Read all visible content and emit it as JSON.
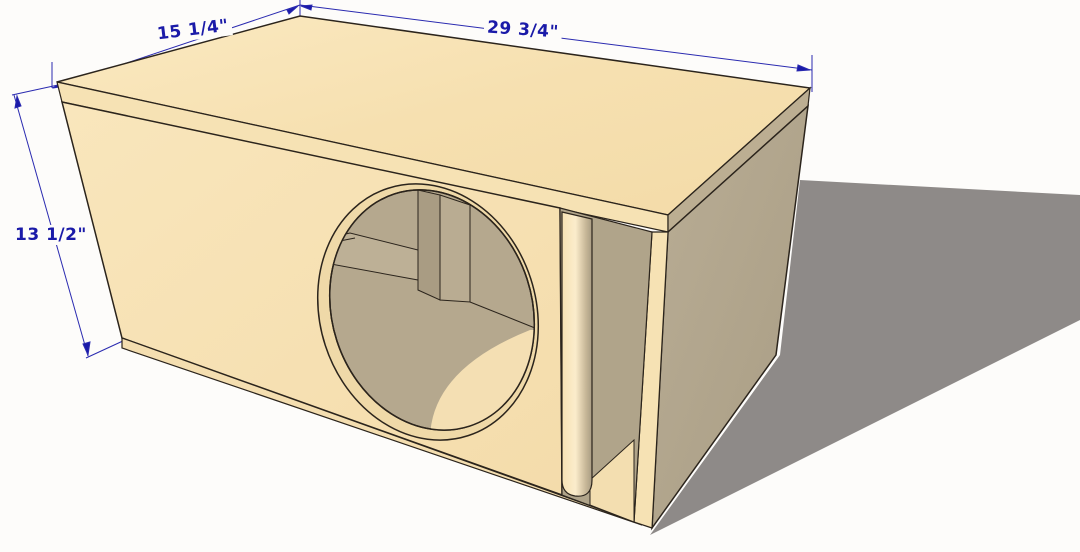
{
  "figure": {
    "subject": "Single vented subwoofer enclosure",
    "dimensions": {
      "width": "15 1/4\"",
      "length": "29 3/4\"",
      "height": "13 1/2\""
    },
    "colors": {
      "wood_light": "#f7e4b8",
      "wood_mid": "#efd6a2",
      "wood_shadow_inner": "#b4a88f",
      "cast_shadow": "#8e8a88",
      "dimension_line": "#1a1aa8",
      "background": "#fdfcfa"
    }
  }
}
